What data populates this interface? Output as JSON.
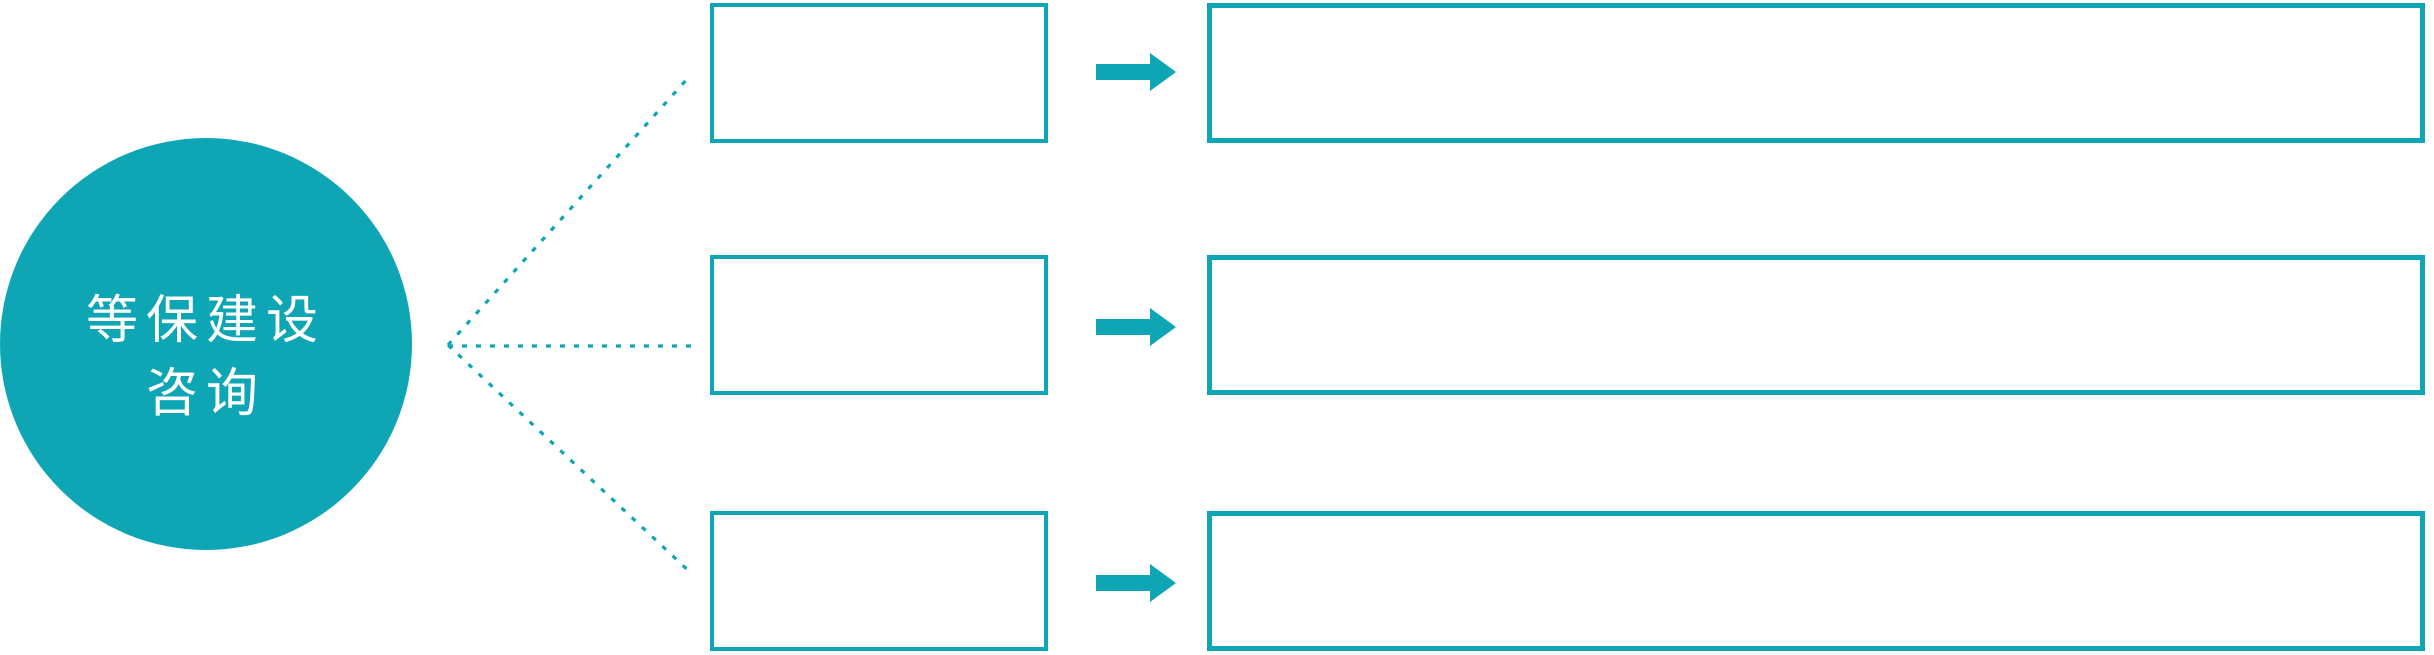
{
  "diagram": {
    "accent_color": "#0EA6B4",
    "background_color": "#FFFFFF",
    "hub": {
      "label_line1": "等保建设",
      "label_line2": "咨询",
      "shape": "circle",
      "text_color": "#FFFFFF"
    },
    "icons": {
      "connector": "dotted-line",
      "arrow": "right-block-arrow"
    },
    "rows": [
      {
        "box_label": "",
        "detail_label": ""
      },
      {
        "box_label": "",
        "detail_label": ""
      },
      {
        "box_label": "",
        "detail_label": ""
      }
    ]
  }
}
